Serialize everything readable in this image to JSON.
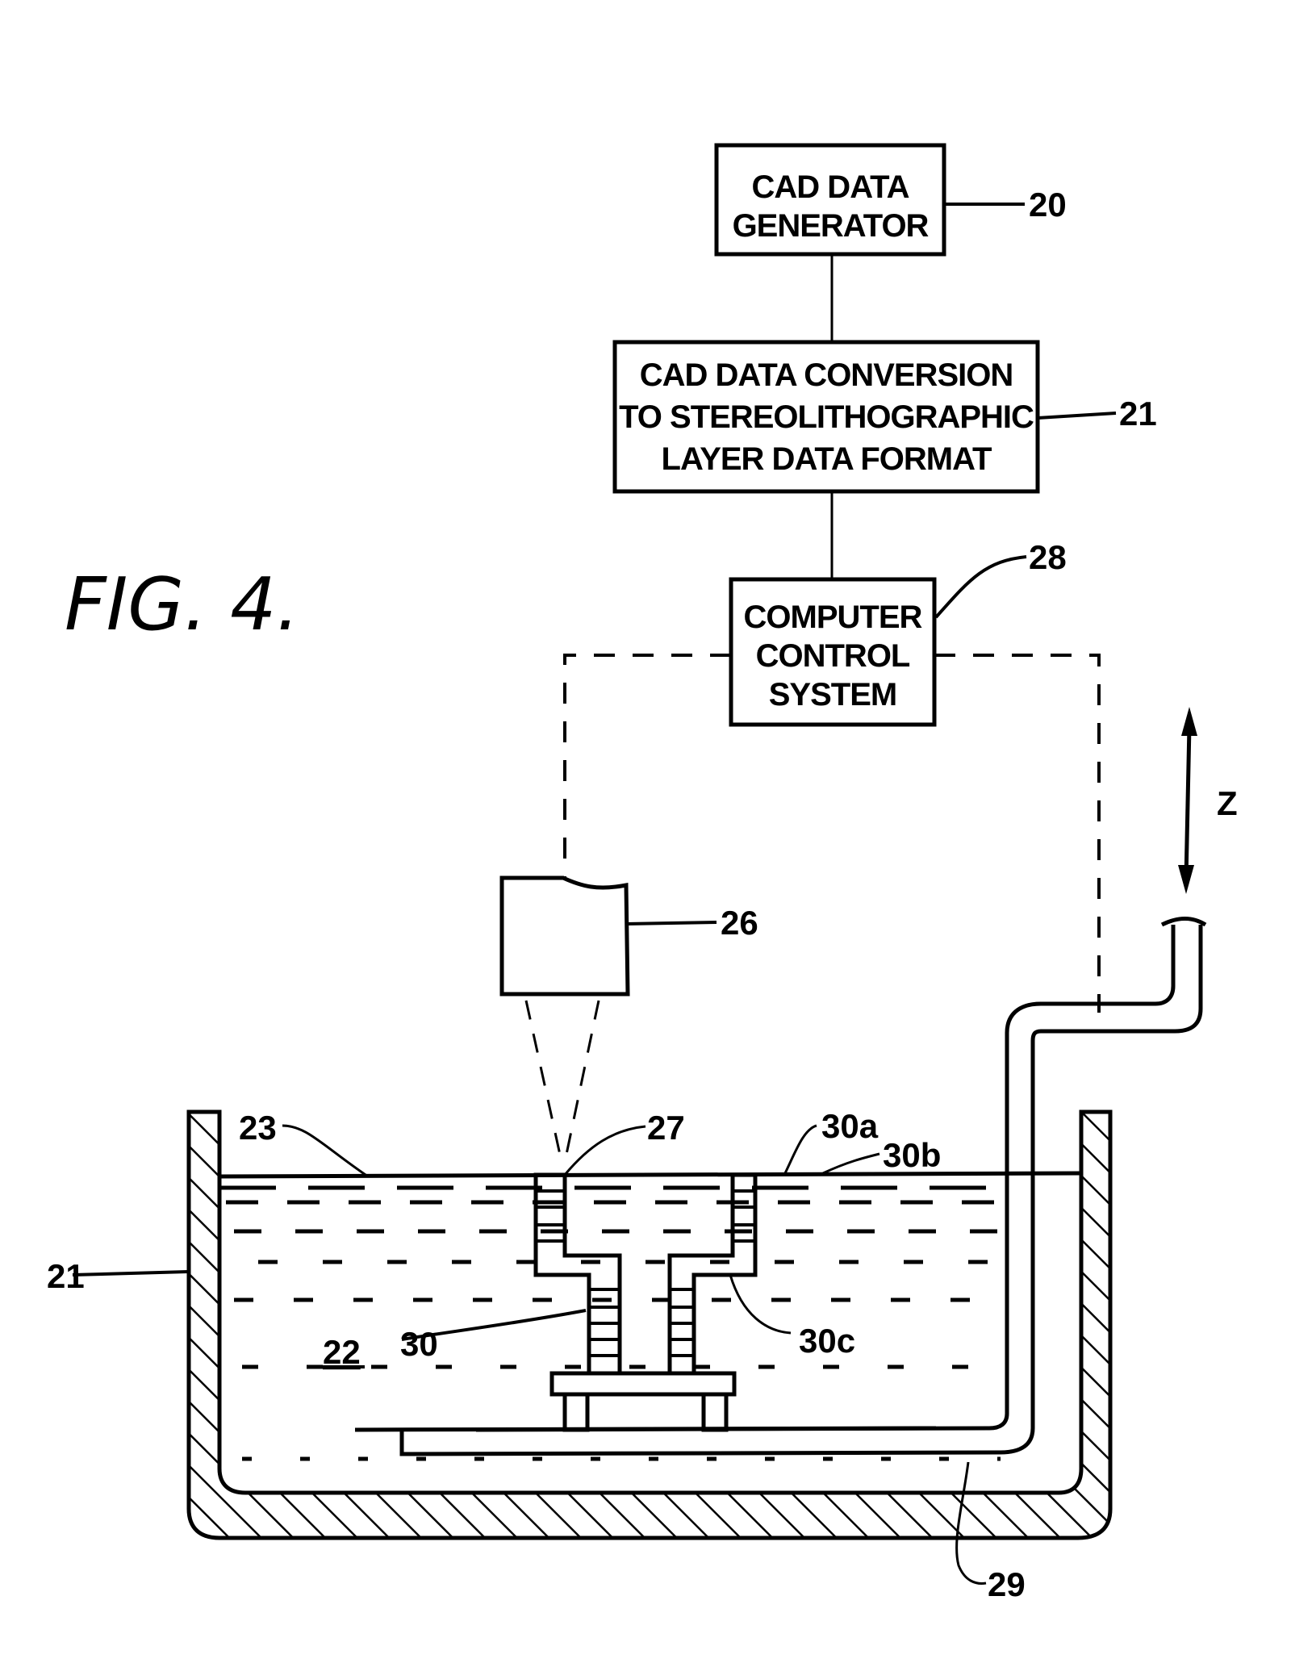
{
  "figure": {
    "title": "FIG. 4."
  },
  "blocks": {
    "cad_generator": {
      "lines": [
        "CAD  DATA",
        "GENERATOR"
      ],
      "ref": "20"
    },
    "cad_conversion": {
      "lines": [
        "CAD  DATA CONVERSION",
        "TO STEREOLITHOGRAPHIC",
        "LAYER DATA FORMAT"
      ],
      "ref": "21"
    },
    "computer_control": {
      "lines": [
        "COMPUTER",
        "CONTROL",
        "SYSTEM"
      ],
      "ref": "28"
    }
  },
  "components": {
    "light_source_ref": "26",
    "spot_ref": "27",
    "surface_ref": "23",
    "container_ref": "21",
    "liquid_ref": "22",
    "part_ref": "30",
    "layer_a_ref": "30a",
    "layer_b_ref": "30b",
    "layer_c_ref": "30c",
    "platform_ref": "29",
    "axis_label": "Z"
  },
  "colors": {
    "ink": "#000000",
    "paper": "#ffffff"
  }
}
